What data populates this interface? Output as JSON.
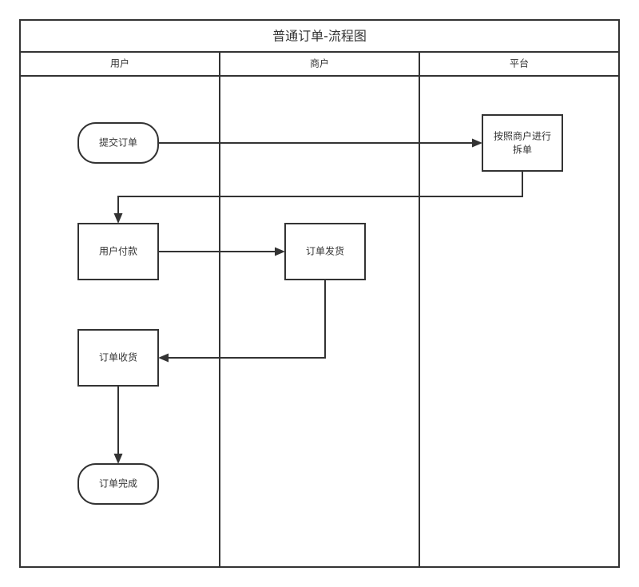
{
  "diagram": {
    "title": "普通订单-流程图",
    "lanes": [
      {
        "id": "user",
        "label": "用户"
      },
      {
        "id": "merchant",
        "label": "商户"
      },
      {
        "id": "platform",
        "label": "平台"
      }
    ],
    "nodes": {
      "submit": {
        "lines": [
          "提交订单"
        ],
        "shape": "terminator",
        "lane": "user"
      },
      "split": {
        "lines": [
          "按照商户进行",
          "拆单"
        ],
        "shape": "process",
        "lane": "platform"
      },
      "pay": {
        "lines": [
          "用户付款"
        ],
        "shape": "process",
        "lane": "user"
      },
      "ship": {
        "lines": [
          "订单发货"
        ],
        "shape": "process",
        "lane": "merchant"
      },
      "receive": {
        "lines": [
          "订单收货"
        ],
        "shape": "process",
        "lane": "user"
      },
      "complete": {
        "lines": [
          "订单完成"
        ],
        "shape": "terminator",
        "lane": "user"
      }
    },
    "edges": [
      {
        "from": "submit",
        "to": "split"
      },
      {
        "from": "split",
        "to": "pay"
      },
      {
        "from": "pay",
        "to": "ship"
      },
      {
        "from": "ship",
        "to": "receive"
      },
      {
        "from": "receive",
        "to": "complete"
      }
    ],
    "colors": {
      "stroke": "#333333",
      "fill": "#ffffff",
      "text": "#333333"
    }
  }
}
